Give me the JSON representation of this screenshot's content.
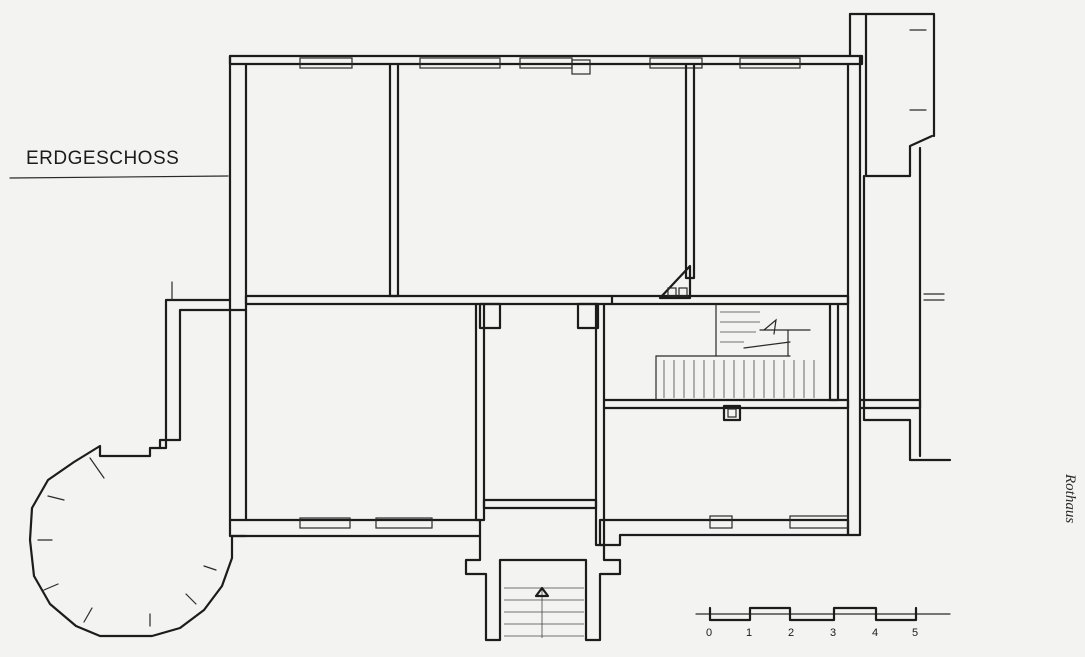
{
  "drawing": {
    "title": "ERDGESCHOSS",
    "signature": "Rothaus"
  },
  "scale_bar": {
    "labels": [
      "0",
      "1",
      "2",
      "3",
      "4",
      "5"
    ]
  },
  "colors": {
    "paper": "#f3f3f1",
    "ink": "#1c1c1c"
  }
}
